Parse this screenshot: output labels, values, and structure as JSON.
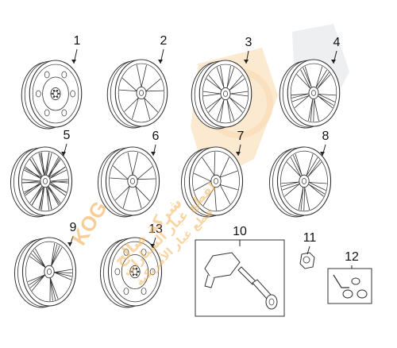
{
  "callouts": {
    "c1": "1",
    "c2": "2",
    "c3": "3",
    "c4": "4",
    "c5": "5",
    "c6": "6",
    "c7": "7",
    "c8": "8",
    "c9": "9",
    "c10": "10",
    "c11": "11",
    "c12": "12",
    "c13": "13"
  },
  "watermark": {
    "brand": "KOG",
    "line1": "شركة صالح",
    "line2": "لقطع غيار السيارات",
    "line3": "قطع غيار الأمريكية",
    "color": "#f3a640"
  },
  "parts": {
    "1": "steel-wheel-icon",
    "2": "alloy-wheel-5-spoke-icon",
    "3": "alloy-wheel-multi-spoke-icon",
    "4": "alloy-wheel-split-spoke-icon",
    "5": "alloy-wheel-mesh-icon",
    "6": "alloy-wheel-5-spoke-icon",
    "7": "alloy-wheel-twisted-spoke-icon",
    "8": "alloy-wheel-split-spoke-icon",
    "9": "alloy-wheel-twin-spoke-icon",
    "10": "tpms-sensor-icon",
    "11": "lug-nut-icon",
    "12": "wheel-lock-kit-icon",
    "13": "spare-steel-wheel-icon"
  }
}
